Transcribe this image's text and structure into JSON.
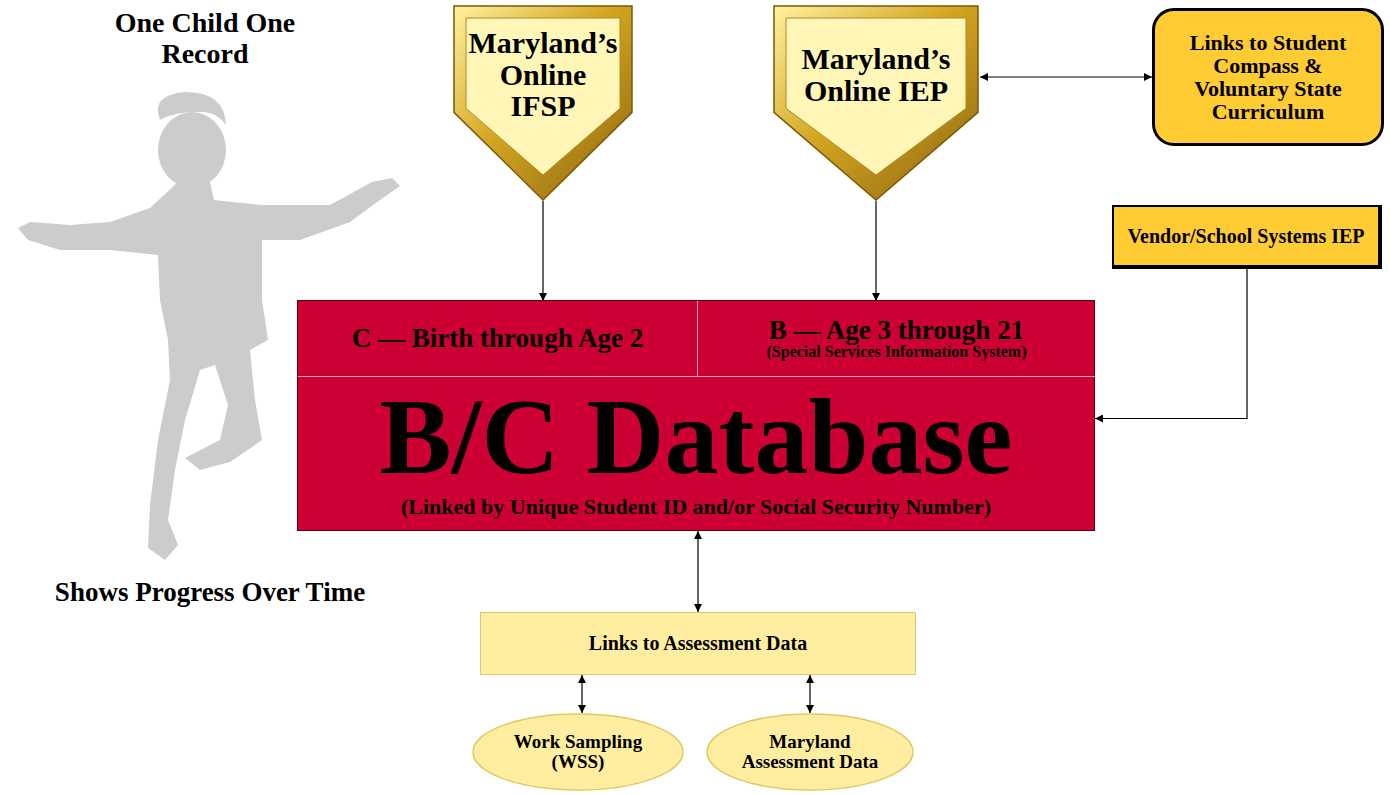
{
  "diagram": {
    "nodes": [
      {
        "text": [
          "Maryland’s Online IFSP"
        ]
      },
      {
        "text": [
          "Maryland’s Online IEP"
        ]
      },
      {
        "text": [
          "Links to Student Compass & Voluntary State Curriculum"
        ]
      },
      {
        "text": [
          "Vendor/School Systems IEP"
        ]
      },
      {
        "text": [
          "B/C Database",
          "(Linked by Unique Student ID and/or Social Security Number)"
        ]
      },
      {
        "text": [
          "C — Birth through Age 2"
        ],
        "in": 4
      },
      {
        "text": [
          "B — Age 3 through 21",
          "(Special Services Information System)"
        ],
        "in": 4
      },
      {
        "text": [
          "Links to Assessment Data"
        ]
      },
      {
        "text": [
          "Work Sampling (WSS)"
        ]
      },
      {
        "text": [
          "Maryland Assessment Data"
        ]
      }
    ],
    "edges": [
      {
        "from": 0,
        "to": 5,
        "arrow": "to"
      },
      {
        "from": 1,
        "to": 6,
        "arrow": "to"
      },
      {
        "from": 1,
        "to": 2,
        "arrow": "both"
      },
      {
        "from": 3,
        "to": 4,
        "arrow": "to"
      },
      {
        "from": 4,
        "to": 7,
        "arrow": "both"
      },
      {
        "from": 7,
        "to": 8,
        "arrow": "both"
      },
      {
        "from": 7,
        "to": 9,
        "arrow": "both"
      }
    ],
    "labels": [
      "One Child One Record",
      "Shows Progress Over Time"
    ]
  }
}
